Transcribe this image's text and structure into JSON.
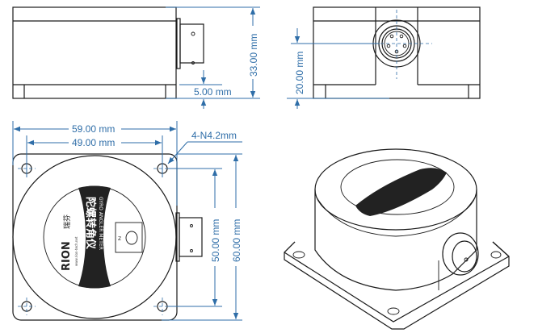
{
  "dimensions": {
    "height_total": "33.00 mm",
    "connector_offset": "5.00 mm",
    "connector_height": "20.00 mm",
    "width_outer": "59.00 mm",
    "width_holes": "49.00 mm",
    "hole_spec": "4-N4.2mm",
    "height_holes": "50.00 mm",
    "height_outer": "60.00 mm"
  },
  "label": {
    "brand": "RION",
    "brand_cn": "瑞芬",
    "website": "www.rion-tech.net",
    "title_cn": "陀螺转角仪",
    "title_en": "GYRO ANGLER METER",
    "axis": "Z"
  },
  "colors": {
    "dimension": "#2f6ea8",
    "outline": "#1a1a1a"
  }
}
